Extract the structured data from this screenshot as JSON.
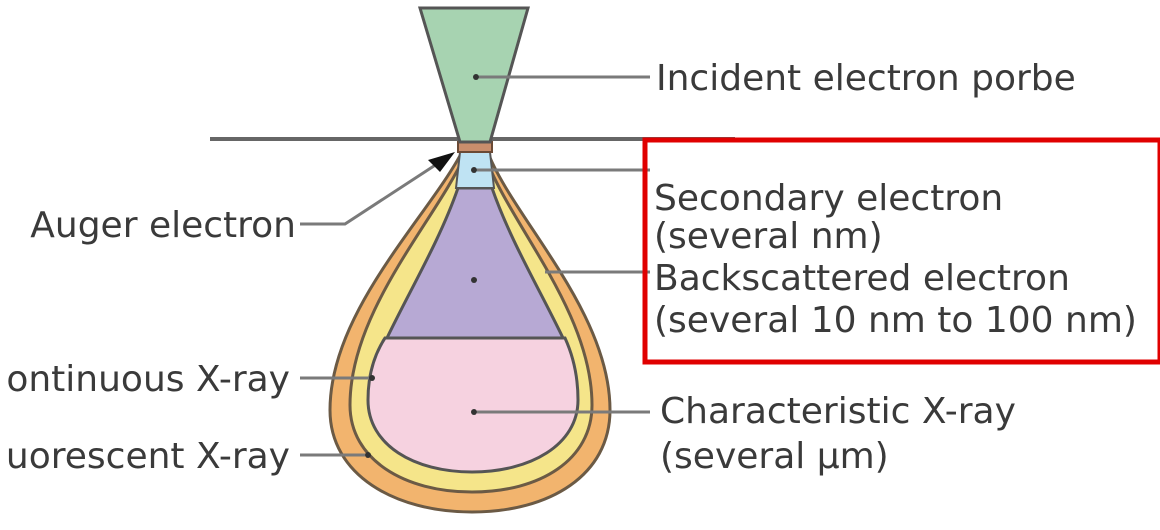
{
  "labels": {
    "incident_probe": "Incident electron porbe",
    "secondary_title": "Secondary electron",
    "secondary_depth": "(several nm)",
    "backscattered_title": "Backscattered electron",
    "backscattered_depth": "(several 10 nm to 100 nm)",
    "characteristic_title": "Characteristic X-ray",
    "characteristic_depth": "(several µm)",
    "auger": "Auger electron",
    "continuous": "ontinuous X-ray",
    "fluorescent": "uorescent X-ray"
  },
  "colors": {
    "probe": "#a7d3b1",
    "auger_layer": "#c98e6c",
    "secondary": "#bfe3f3",
    "backscattered": "#b7a9d4",
    "characteristic": "#f6d2e0",
    "continuous": "#f5e58a",
    "fluorescent": "#f2b46e",
    "highlight_box": "#e00000"
  }
}
